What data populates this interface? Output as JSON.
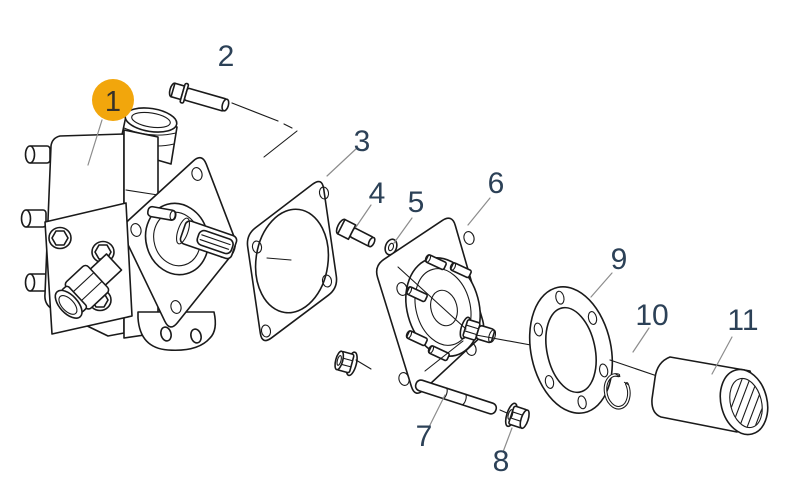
{
  "diagram": {
    "type": "exploded-parts-diagram",
    "subject": "hydraulic-gear-pump-assembly",
    "background": "#ffffff",
    "line_color": "#1a1a1a",
    "label_color": "#2c4157",
    "leader_color": "#8c8c8c",
    "highlight_fill": "#f2a60c",
    "highlight_text_color": "#35312a",
    "callouts": [
      {
        "number": "1",
        "highlighted": true,
        "part": "pump-assembly"
      },
      {
        "number": "2",
        "highlighted": false,
        "part": "mounting-bolt"
      },
      {
        "number": "3",
        "highlighted": false,
        "part": "pump-gasket"
      },
      {
        "number": "4",
        "highlighted": false,
        "part": "socket-bolt"
      },
      {
        "number": "5",
        "highlighted": false,
        "part": "washer"
      },
      {
        "number": "6",
        "highlighted": false,
        "part": "adapter-flange"
      },
      {
        "number": "7",
        "highlighted": false,
        "part": "stud"
      },
      {
        "number": "8",
        "highlighted": false,
        "part": "flange-nut"
      },
      {
        "number": "9",
        "highlighted": false,
        "part": "round-gasket"
      },
      {
        "number": "10",
        "highlighted": false,
        "part": "snap-ring"
      },
      {
        "number": "11",
        "highlighted": false,
        "part": "spline-coupling"
      }
    ]
  }
}
